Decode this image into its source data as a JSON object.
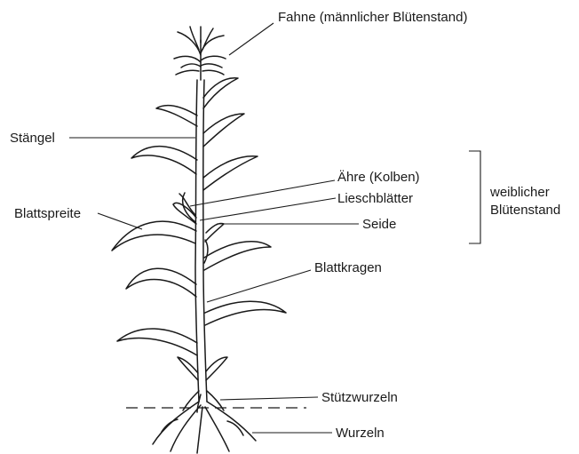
{
  "labels": {
    "fahne": "Fahne (männlicher Blütenstand)",
    "staengel": "Stängel",
    "aehre": "Ähre (Kolben)",
    "lieschblaetter": "Lieschblätter",
    "seide": "Seide",
    "weiblicher_line1": "weiblicher",
    "weiblicher_line2": "Blütenstand",
    "blattspreite": "Blattspreite",
    "blattkragen": "Blattkragen",
    "stuetzwurzeln": "Stützwurzeln",
    "wurzeln": "Wurzeln"
  }
}
